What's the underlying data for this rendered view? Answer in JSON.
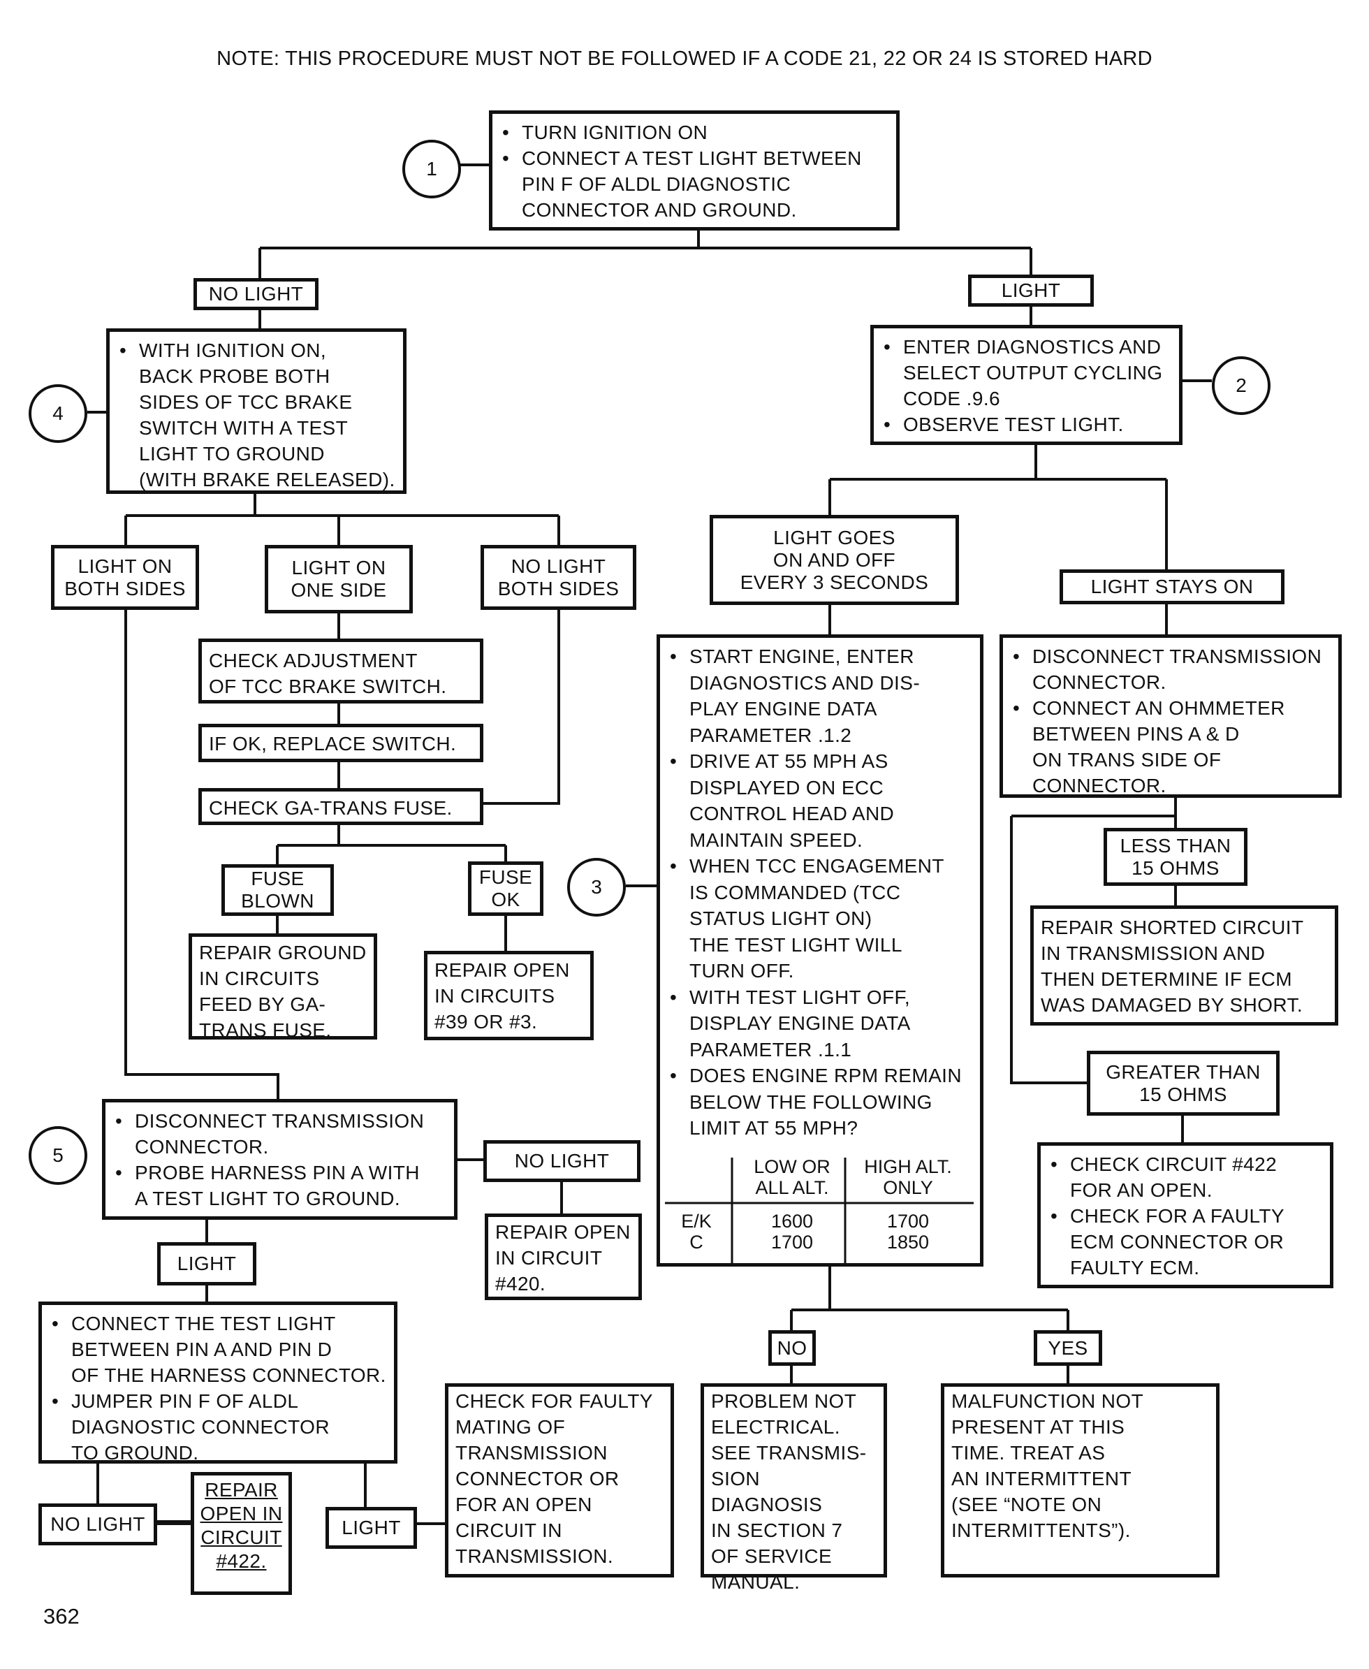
{
  "note": "NOTE: THIS PROCEDURE MUST NOT BE FOLLOWED IF A CODE 21, 22 OR 24 IS STORED HARD",
  "page_number": "362",
  "steps": {
    "s1": "1",
    "s2": "2",
    "s3": "3",
    "s4": "4",
    "s5": "5"
  },
  "box1": [
    "TURN IGNITION ON",
    "CONNECT A TEST LIGHT BETWEEN\nPIN F OF ALDL DIAGNOSTIC\nCONNECTOR AND GROUND."
  ],
  "labels": {
    "no_light_1": "NO LIGHT",
    "light_1": "LIGHT",
    "light_on_both": "LIGHT ON\nBOTH SIDES",
    "light_on_one": "LIGHT ON\nONE SIDE",
    "no_light_both": "NO LIGHT\nBOTH SIDES",
    "fuse_blown": "FUSE\nBLOWN",
    "fuse_ok": "FUSE\nOK",
    "light_goes": "LIGHT GOES\nON AND OFF\nEVERY 3 SECONDS",
    "light_stays": "LIGHT STAYS ON",
    "less_than": "LESS THAN\n15 OHMS",
    "greater_than": "GREATER THAN\n15 OHMS",
    "no": "NO",
    "yes": "YES",
    "no_light_5": "NO LIGHT",
    "light_5": "LIGHT",
    "no_light_6": "NO LIGHT",
    "light_6": "LIGHT"
  },
  "box4": [
    "WITH IGNITION ON,\nBACK PROBE BOTH\nSIDES OF TCC BRAKE\nSWITCH WITH A TEST\nLIGHT TO GROUND\n(WITH BRAKE RELEASED)."
  ],
  "box2": [
    "ENTER DIAGNOSTICS AND\nSELECT OUTPUT CYCLING\nCODE .9.6",
    "OBSERVE TEST LIGHT."
  ],
  "check_adjustment": "CHECK ADJUSTMENT\nOF TCC BRAKE SWITCH.",
  "replace_switch": "IF OK, REPLACE SWITCH.",
  "check_fuse": "CHECK GA-TRANS FUSE.",
  "repair_ground": "REPAIR GROUND\nIN CIRCUITS\nFEED BY GA-\nTRANS FUSE.",
  "repair_open_39": "REPAIR OPEN\nIN CIRCUITS\n#39 OR #3.",
  "box3": [
    "START ENGINE, ENTER\nDIAGNOSTICS AND DIS-\nPLAY ENGINE DATA\nPARAMETER .1.2",
    "DRIVE AT 55 MPH AS\nDISPLAYED ON ECC\nCONTROL HEAD AND\nMAINTAIN SPEED.",
    "WHEN TCC ENGAGEMENT\nIS COMMANDED (TCC\nSTATUS LIGHT ON)\nTHE TEST LIGHT WILL\nTURN OFF.",
    "WITH TEST LIGHT OFF,\nDISPLAY ENGINE DATA\nPARAMETER .1.1",
    "DOES ENGINE RPM REMAIN\nBELOW THE FOLLOWING\nLIMIT AT 55 MPH?"
  ],
  "rpm_table": {
    "headers": [
      "LOW OR\nALL ALT.",
      "HIGH ALT.\nONLY"
    ],
    "row_labels": "E/K\nC",
    "low": "1600\n1700",
    "high": "1700\n1850"
  },
  "box_disconnect": [
    "DISCONNECT TRANSMISSION\nCONNECTOR.",
    "CONNECT AN OHMMETER\nBETWEEN PINS A & D\nON TRANS SIDE OF\nCONNECTOR."
  ],
  "repair_shorted": "REPAIR SHORTED CIRCUIT\nIN TRANSMISSION AND\nTHEN DETERMINE IF ECM\nWAS DAMAGED BY SHORT.",
  "check_422": [
    "CHECK CIRCUIT #422\nFOR AN OPEN.",
    "CHECK FOR A FAULTY\nECM CONNECTOR OR\nFAULTY ECM."
  ],
  "box5": [
    "DISCONNECT TRANSMISSION\nCONNECTOR.",
    "PROBE HARNESS PIN A WITH\nA TEST LIGHT TO GROUND."
  ],
  "repair_open_420": "REPAIR OPEN\nIN CIRCUIT\n#420.",
  "box6": [
    "CONNECT THE TEST LIGHT\nBETWEEN PIN A AND PIN D\nOF THE HARNESS CONNECTOR.",
    "JUMPER PIN F OF ALDL\nDIAGNOSTIC CONNECTOR\nTO GROUND."
  ],
  "repair_open_422": "REPAIR\nOPEN IN\nCIRCUIT\n#422.",
  "check_faulty": "CHECK FOR FAULTY\nMATING OF\nTRANSMISSION\nCONNECTOR OR\nFOR AN OPEN\nCIRCUIT IN\nTRANSMISSION.",
  "problem_not_electrical": "PROBLEM NOT\nELECTRICAL.\nSEE TRANSMIS-\nSION DIAGNOSIS\nIN SECTION 7\nOF SERVICE\nMANUAL.",
  "malfunction_not_present": "MALFUNCTION NOT\nPRESENT AT THIS\nTIME. TREAT AS\nAN INTERMITTENT\n(SEE “NOTE ON\nINTERMITTENTS”)."
}
